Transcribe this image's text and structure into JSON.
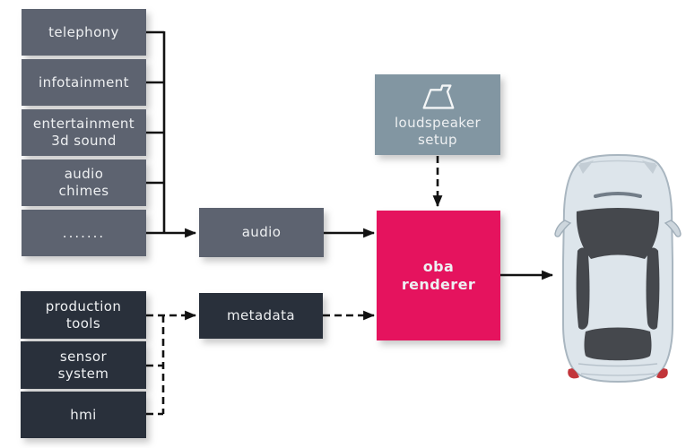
{
  "diagram": {
    "audio_sources": [
      "telephony",
      "infotainment",
      "entertainment\n3d sound",
      "audio\nchimes",
      "......."
    ],
    "audio_bus_label": "audio",
    "metadata_sources": [
      "production\ntools",
      "sensor\nsystem",
      "hmi"
    ],
    "metadata_bus_label": "metadata",
    "loudspeaker_setup": {
      "label": "loudspeaker\nsetup",
      "icon": "loudspeaker-icon"
    },
    "renderer_label": "oba\nrenderer",
    "output_target": "car-top-view"
  },
  "colors": {
    "audio_source_box": "#5d6370",
    "metadata_source_box": "#29303b",
    "loudspeaker_box": "#8296a2",
    "renderer_box": "#e5135e",
    "connector_line": "#121212",
    "box_text": "#eef0f2",
    "car_body": "#dde5eb",
    "car_glass": "#45484d",
    "tail_light": "#c2353a"
  }
}
